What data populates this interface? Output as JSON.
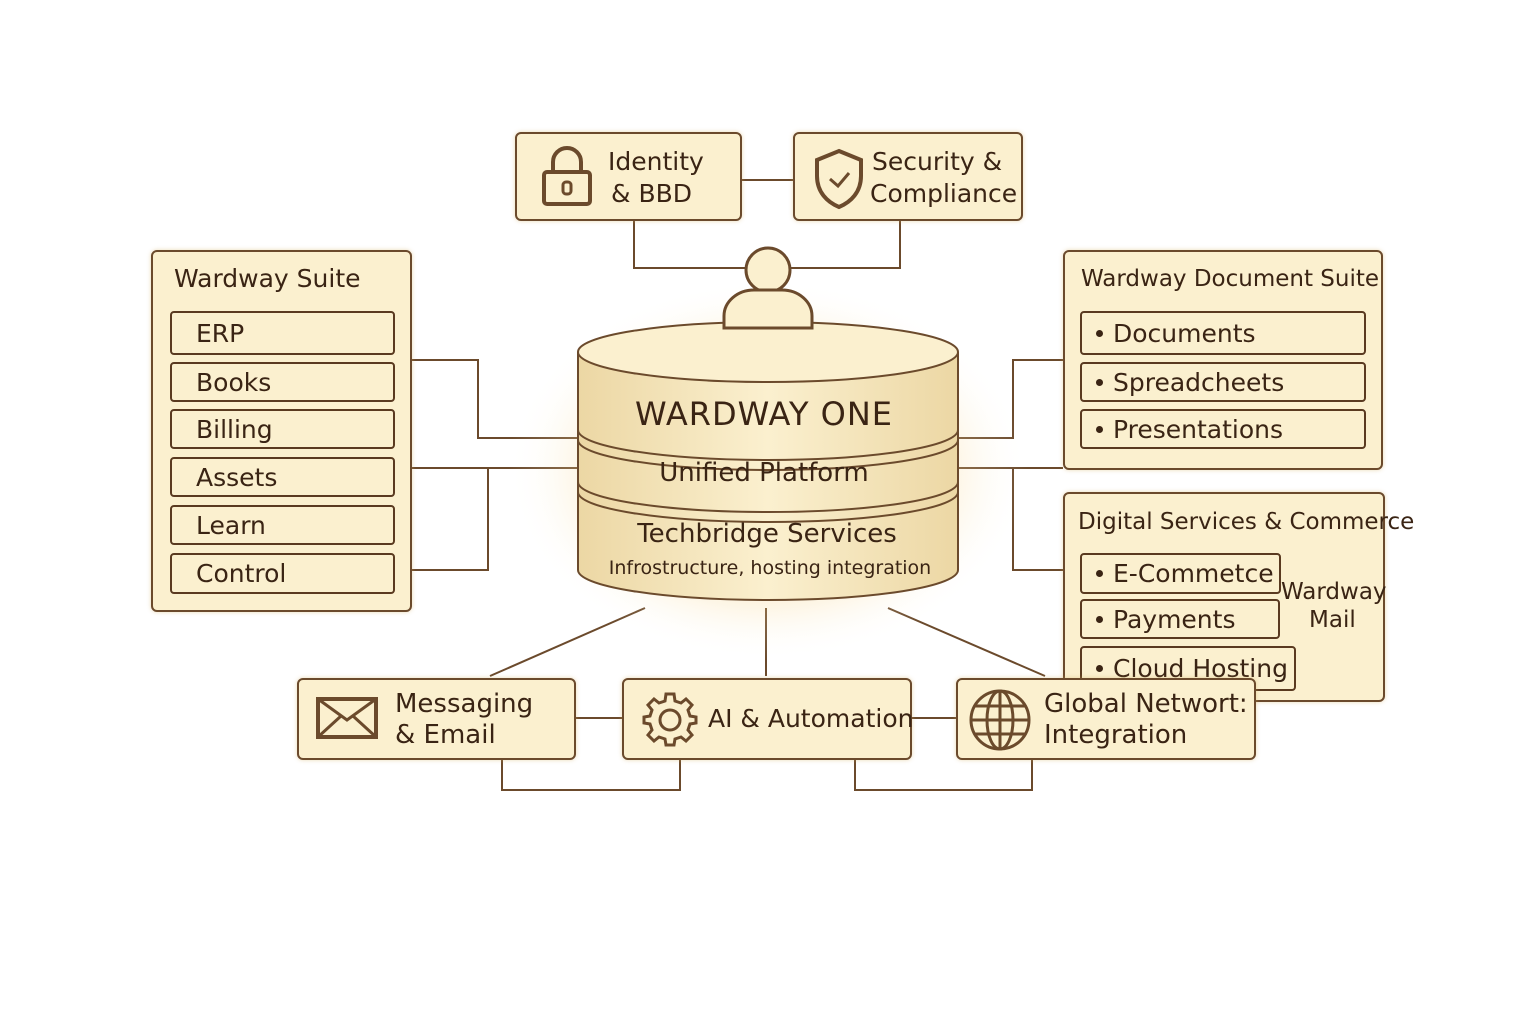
{
  "core": {
    "title": "WARDWAY ONE",
    "layer2": "Unified Platform",
    "layer3": "Techbridge Services",
    "layer3_sub": "Infrostructure, hosting integration"
  },
  "top": {
    "identity": [
      "Identity",
      "& BBD"
    ],
    "security": [
      "Security &",
      "Compliance"
    ]
  },
  "suite": {
    "title": "Wardway Suite",
    "items": [
      "ERP",
      "Books",
      "Billing",
      "Assets",
      "Learn",
      "Control"
    ]
  },
  "docs": {
    "title": "Wardway Document Suite",
    "items": [
      "Documents",
      "Spreadcheets",
      "Presentations"
    ]
  },
  "commerce": {
    "title": "Digital Services & Commerce",
    "items": [
      "E-Commetce",
      "Payments",
      "Cloud Hosting"
    ],
    "side_label": [
      "Wardway",
      "Mail"
    ]
  },
  "bottom": {
    "messaging": [
      "Messaging",
      "& Email"
    ],
    "ai": "AI & Automation",
    "network": [
      "Global Networt:",
      "Integration"
    ]
  },
  "colors": {
    "fill": "#fbf0cf",
    "stroke": "#6b4a2c",
    "glow": "#f3c866",
    "text": "#3a2414"
  }
}
